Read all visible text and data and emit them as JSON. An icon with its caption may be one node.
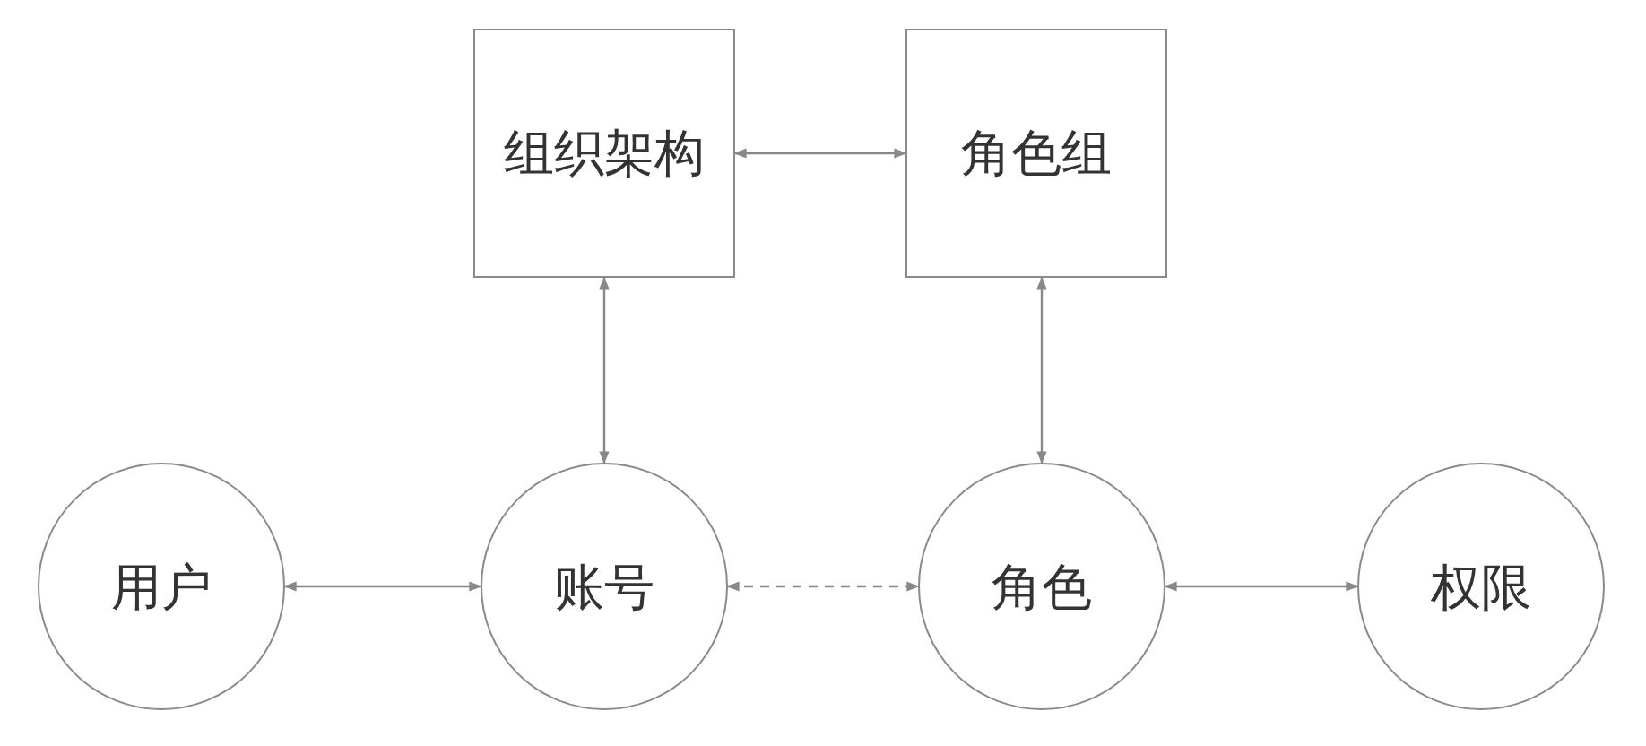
{
  "diagram": {
    "nodes": [
      {
        "text": [
          "组织架构"
        ]
      },
      {
        "text": [
          "角色组"
        ]
      },
      {
        "text": [
          "用户"
        ]
      },
      {
        "text": [
          "账号"
        ]
      },
      {
        "text": [
          "角色"
        ]
      },
      {
        "text": [
          "权限"
        ]
      }
    ],
    "edges": [
      {
        "from": 0,
        "to": 1,
        "arrow": "both"
      },
      {
        "from": 0,
        "to": 3,
        "arrow": "both"
      },
      {
        "from": 1,
        "to": 4,
        "arrow": "both"
      },
      {
        "from": 2,
        "to": 3,
        "arrow": "both"
      },
      {
        "from": 3,
        "to": 4,
        "arrow": "both",
        "style": "dashed"
      },
      {
        "from": 4,
        "to": 5,
        "arrow": "both"
      }
    ]
  }
}
